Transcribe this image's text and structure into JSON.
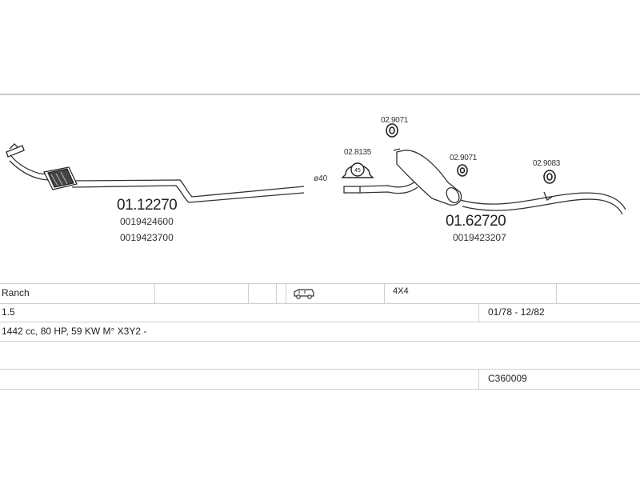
{
  "diagram": {
    "parts": {
      "front_pipe": {
        "number": "01.12270",
        "oem_1": "0019424600",
        "oem_2": "0019423700"
      },
      "rear_silencer": {
        "number": "01.62720",
        "oem_1": "0019423207"
      },
      "clamp": {
        "number": "02.8135",
        "icon_text": "45"
      },
      "rubber_1": {
        "number": "02.9071"
      },
      "rubber_2": {
        "number": "02.9071"
      },
      "rubber_3": {
        "number": "02.9083"
      }
    },
    "pipe_diameter": "ø40"
  },
  "vehicle_info": {
    "body_type": "Ranch",
    "vehicle_icon": "van-icon",
    "drive": "4X4",
    "engine_size": "1.5",
    "production_period": "01/78 - 12/82",
    "engine_spec": "1442 cc, 80 HP, 59 KW M° X3Y2 -",
    "catalog_code": "C360009"
  }
}
